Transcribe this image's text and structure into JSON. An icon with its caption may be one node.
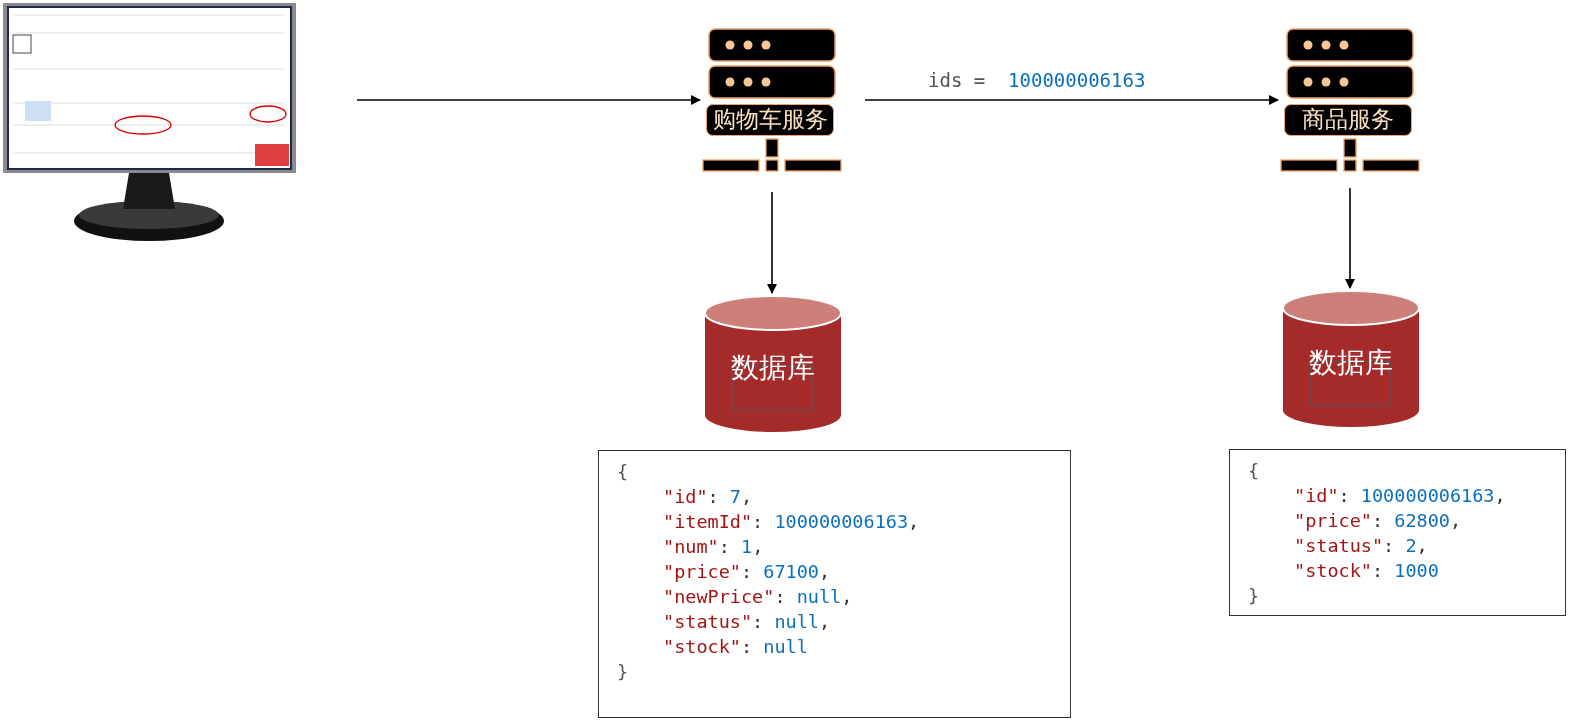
{
  "diagram": {
    "nodes": [
      {
        "text": [],
        "shape": "picture"
      },
      {
        "text": [
          "购物车服务"
        ]
      },
      {
        "text": [
          "商品服务"
        ]
      },
      {
        "text": [
          "数据库"
        ]
      },
      {
        "text": [
          "数据库"
        ]
      },
      {
        "text": [
          "{",
          "\"id\": 7,",
          "\"itemId\": 100000006163,",
          "\"num\": 1,",
          "\"price\": 67100,",
          "\"newPrice\": null,",
          "\"status\": null,",
          "\"stock\": null",
          "}"
        ]
      },
      {
        "text": [
          "{",
          "\"id\": 100000006163,",
          "\"price\": 62800,",
          "\"status\": 2,",
          "\"stock\": 1000",
          "}"
        ]
      }
    ],
    "edges": [
      {
        "from": 0,
        "to": 1,
        "arrow": "to"
      },
      {
        "from": 1,
        "to": 2,
        "arrow": "to",
        "label": "ids =  100000006163"
      },
      {
        "from": 1,
        "to": 3,
        "arrow": "to"
      },
      {
        "from": 2,
        "to": 4,
        "arrow": "to"
      }
    ]
  }
}
